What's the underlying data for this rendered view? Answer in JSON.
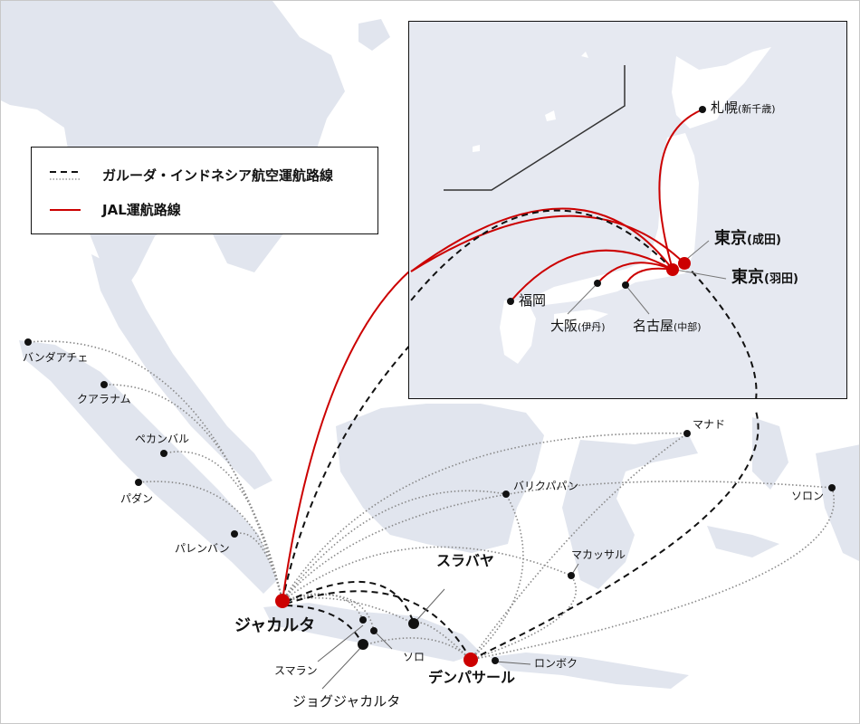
{
  "colors": {
    "land": "#e1e5ee",
    "sea": "#ffffff",
    "inset_sea": "#e6e9f1",
    "inset_land": "#ffffff",
    "jal_red": "#cc0000",
    "garuda_black": "#111111",
    "dotted_gray": "#888888"
  },
  "legend": {
    "items": [
      {
        "line_style": "dashed-black + dotted-gray",
        "label": "ガルーダ・インドネシア航空運航路線"
      },
      {
        "line_style": "solid-red",
        "label": "JAL運航路線"
      }
    ]
  },
  "inset": {
    "cities": [
      {
        "name": "札幌",
        "sub": "(新千歳)"
      },
      {
        "name": "東京",
        "sub": "(成田)"
      },
      {
        "name": "東京",
        "sub": "(羽田)"
      },
      {
        "name": "福岡",
        "sub": ""
      },
      {
        "name": "大阪",
        "sub": "(伊丹)"
      },
      {
        "name": "名古屋",
        "sub": "(中部)"
      }
    ]
  },
  "indonesia": {
    "hubs": [
      {
        "name": "ジャカルタ"
      },
      {
        "name": "デンパサール"
      }
    ],
    "cities": [
      {
        "name": "バンダアチェ"
      },
      {
        "name": "クアラナム"
      },
      {
        "name": "ペカンバル"
      },
      {
        "name": "パダン"
      },
      {
        "name": "パレンバン"
      },
      {
        "name": "バリクパパン"
      },
      {
        "name": "マナド"
      },
      {
        "name": "ソロン"
      },
      {
        "name": "マカッサル"
      },
      {
        "name": "スラバヤ"
      },
      {
        "name": "スマラン"
      },
      {
        "name": "ソロ"
      },
      {
        "name": "ジョグジャカルタ"
      },
      {
        "name": "ロンボク"
      }
    ]
  }
}
